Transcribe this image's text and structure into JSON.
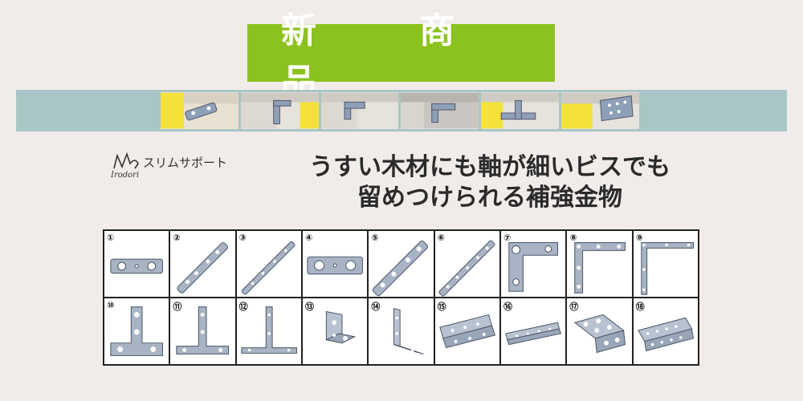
{
  "badge": {
    "title": "新　商　品"
  },
  "brand": {
    "name": "スリムサポート",
    "sub": "Irodori"
  },
  "headline": {
    "line1": "うすい木材にも軸が細いビスでも",
    "line2": "留めつけられる補強金物"
  },
  "products": [
    {
      "num": "①"
    },
    {
      "num": "②"
    },
    {
      "num": "③"
    },
    {
      "num": "④"
    },
    {
      "num": "⑤"
    },
    {
      "num": "⑥"
    },
    {
      "num": "⑦"
    },
    {
      "num": "⑧"
    },
    {
      "num": "⑨"
    },
    {
      "num": "⑩"
    },
    {
      "num": "⑪"
    },
    {
      "num": "⑫"
    },
    {
      "num": "⑬"
    },
    {
      "num": "⑭"
    },
    {
      "num": "⑮"
    },
    {
      "num": "⑯"
    },
    {
      "num": "⑰"
    },
    {
      "num": "⑱"
    }
  ],
  "colors": {
    "badge": "#8cc21f",
    "banner": "#a9c6c6",
    "background": "#f1ecea"
  }
}
